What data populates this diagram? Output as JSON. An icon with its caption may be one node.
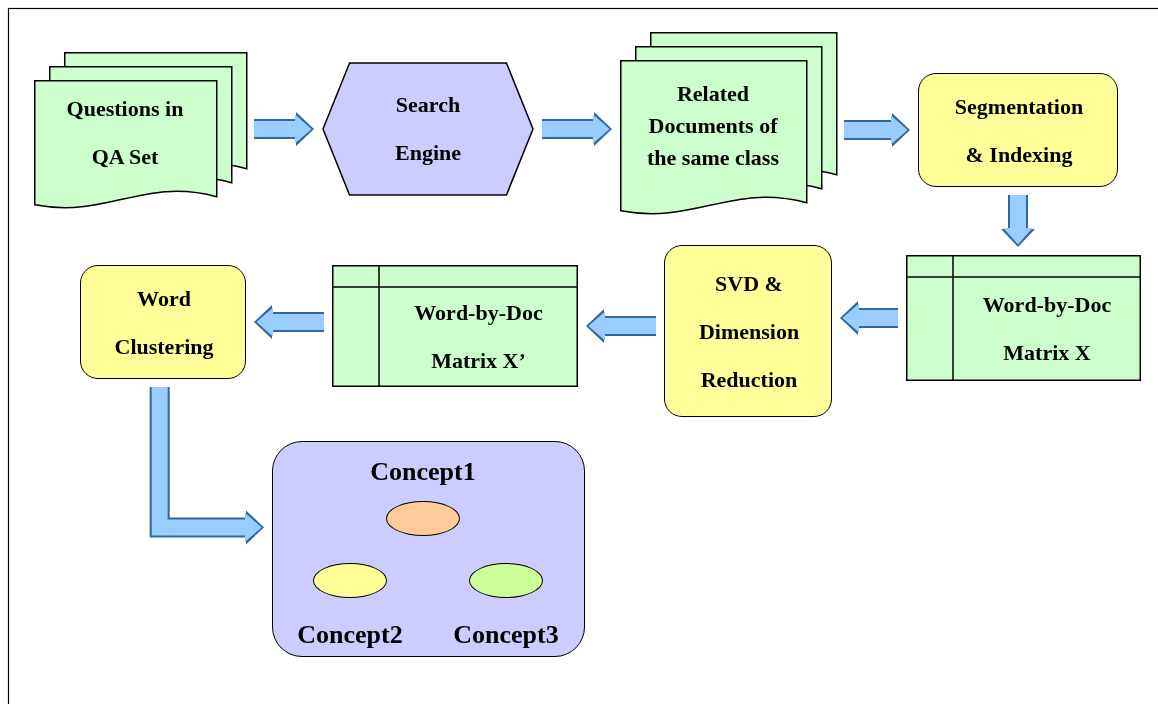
{
  "diagram": {
    "nodes": [
      {
        "text": [
          "Questions in QA Set"
        ]
      },
      {
        "text": [
          "Search Engine"
        ]
      },
      {
        "text": [
          "Related Documents of the same class"
        ]
      },
      {
        "text": [
          "Segmentation & Indexing"
        ]
      },
      {
        "text": [
          "Word-by-Doc Matrix X"
        ]
      },
      {
        "text": [
          "SVD & Dimension Reduction"
        ]
      },
      {
        "text": [
          "Word-by-Doc Matrix X’"
        ]
      },
      {
        "text": [
          "Word Clustering"
        ]
      },
      {
        "text": [],
        "shape": "box"
      },
      {
        "text": [
          "Concept1"
        ],
        "in": 8
      },
      {
        "text": [
          "Concept2"
        ],
        "in": 8
      },
      {
        "text": [
          "Concept3"
        ],
        "in": 8
      }
    ],
    "edges": [
      {
        "from": 0,
        "to": 1,
        "arrow": "to"
      },
      {
        "from": 1,
        "to": 2,
        "arrow": "to"
      },
      {
        "from": 2,
        "to": 3,
        "arrow": "to"
      },
      {
        "from": 3,
        "to": 4,
        "arrow": "to"
      },
      {
        "from": 4,
        "to": 5,
        "arrow": "to"
      },
      {
        "from": 5,
        "to": 6,
        "arrow": "to"
      },
      {
        "from": 6,
        "to": 7,
        "arrow": "to"
      },
      {
        "from": 7,
        "to": 8,
        "arrow": "to"
      }
    ]
  }
}
